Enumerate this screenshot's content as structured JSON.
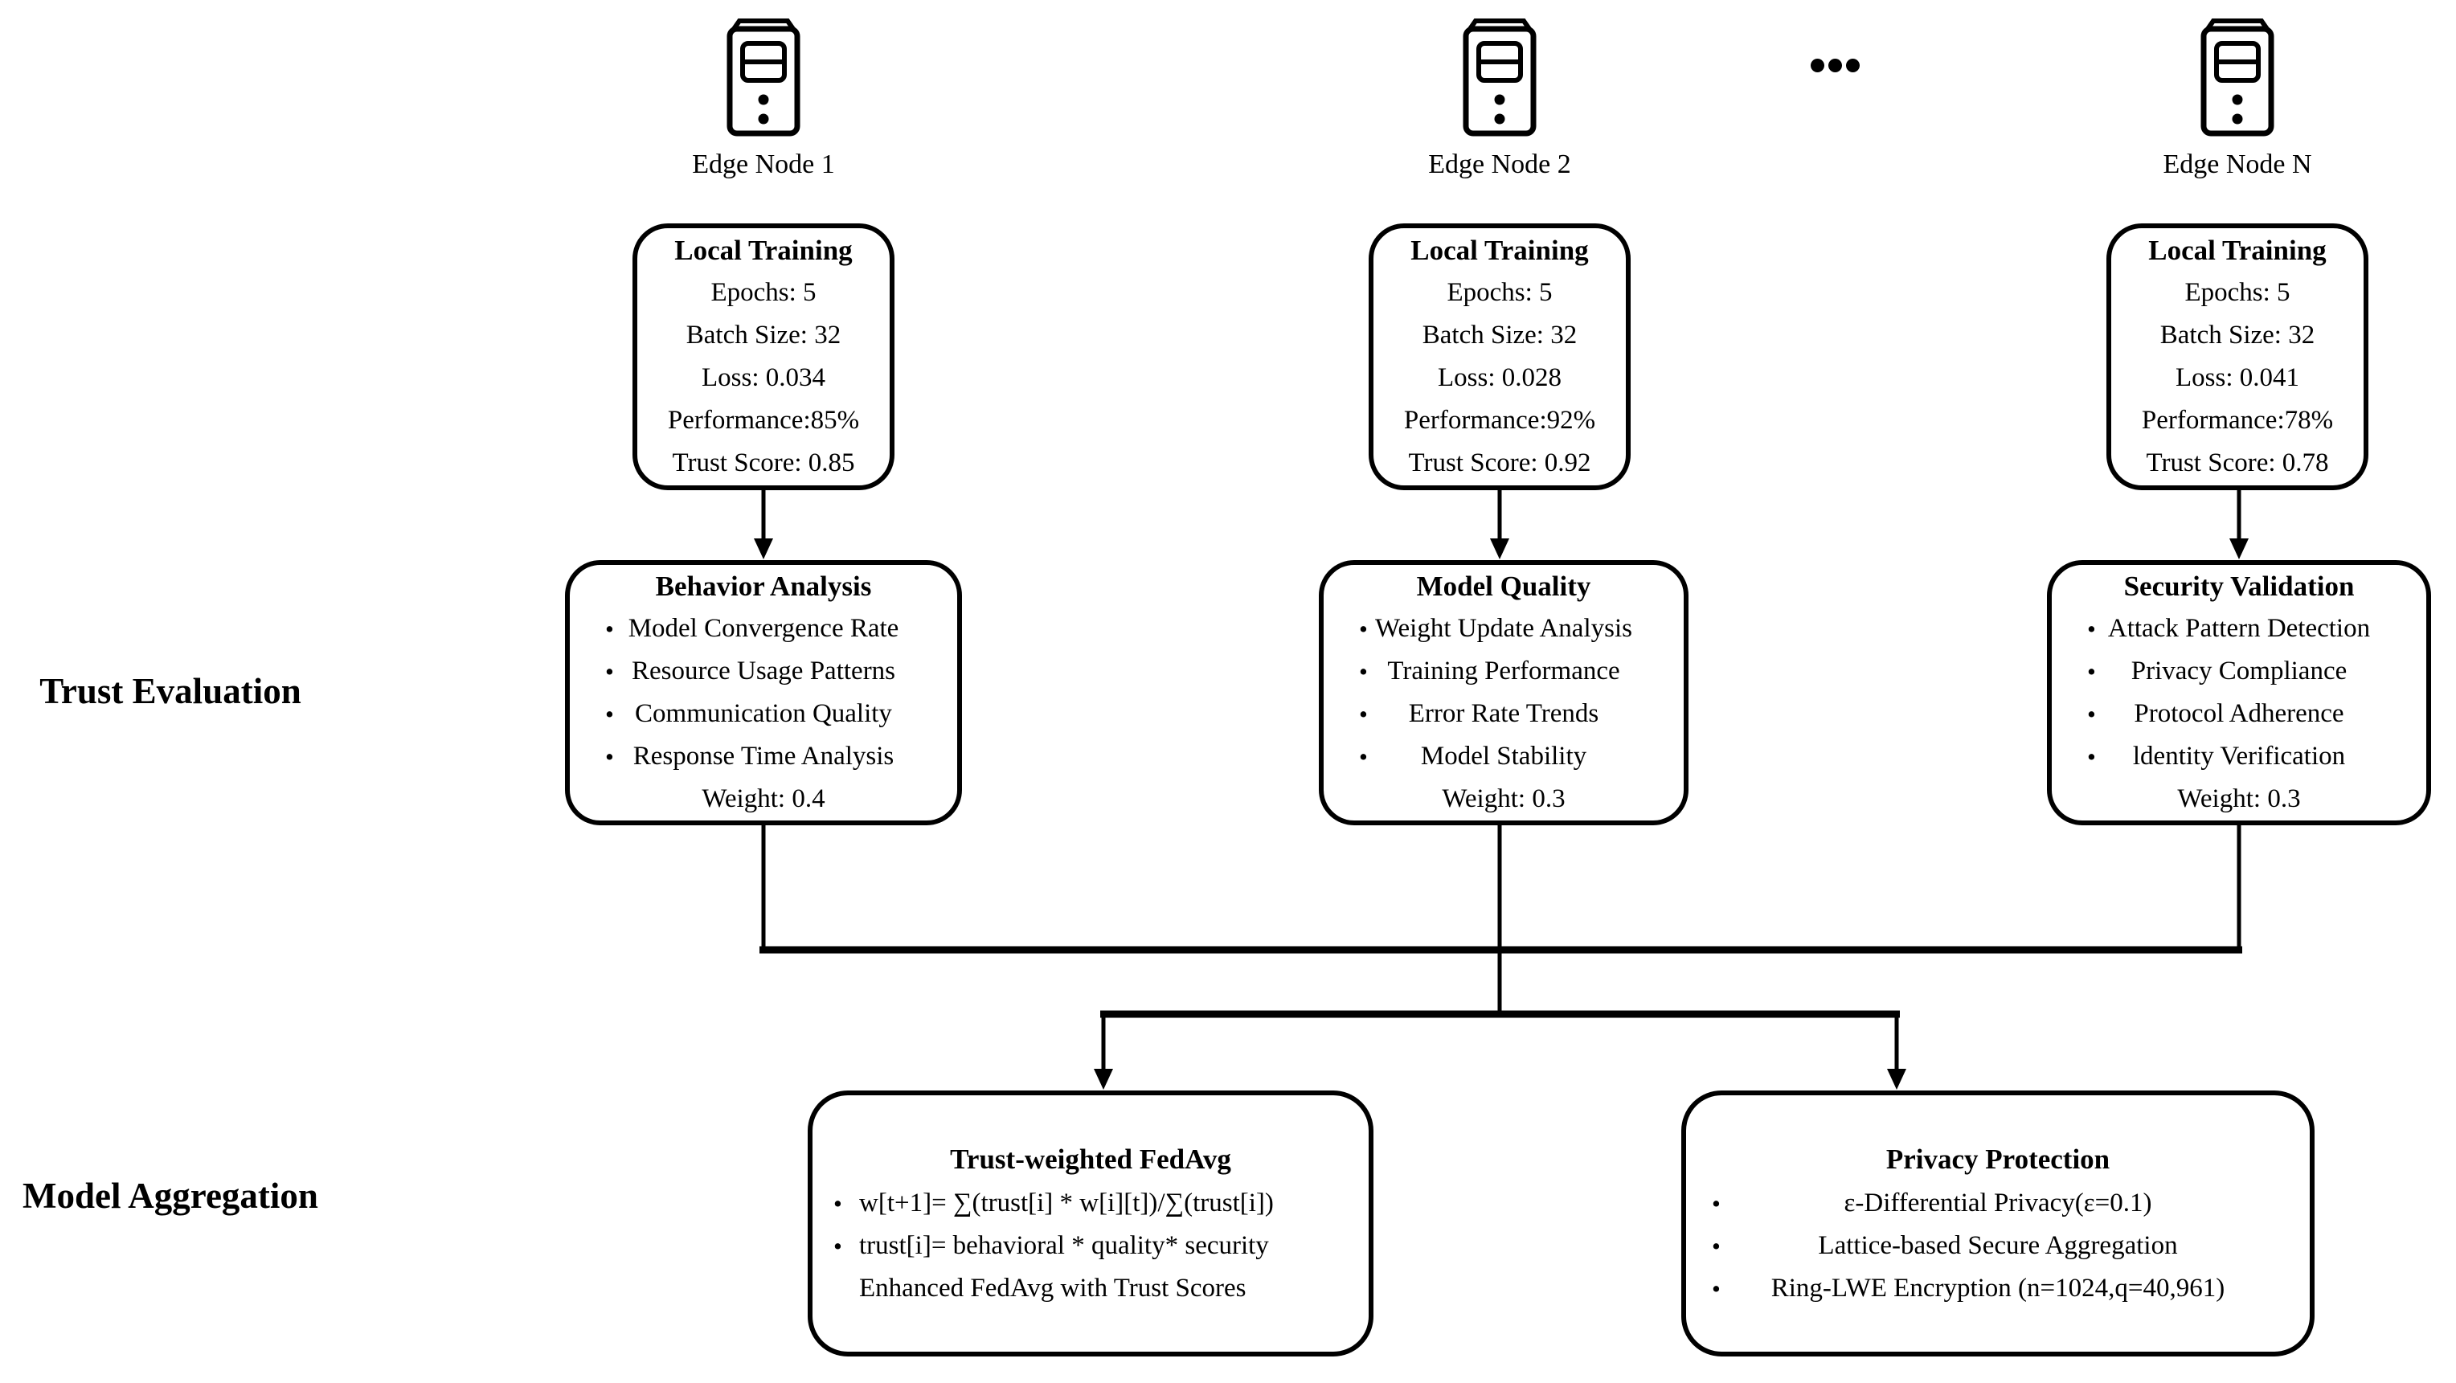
{
  "colors": {
    "ink": "#000000",
    "background": "#ffffff"
  },
  "stage_labels": {
    "trust": "Trust Evaluation",
    "aggregation": "Model Aggregation"
  },
  "ellipsis_icon": "server-row-ellipsis",
  "nodes": [
    {
      "label": "Edge Node 1",
      "training": {
        "title": "Local Training",
        "lines": [
          "Epochs: 5",
          "Batch Size: 32",
          "Loss: 0.034",
          "Performance:85%",
          "Trust Score: 0.85"
        ]
      },
      "evaluation": {
        "title": "Behavior Analysis",
        "items": [
          "Model Convergence Rate",
          "Resource Usage Patterns",
          "Communication Quality",
          "Response Time Analysis"
        ],
        "weight": "Weight: 0.4"
      }
    },
    {
      "label": "Edge Node 2",
      "training": {
        "title": "Local Training",
        "lines": [
          "Epochs: 5",
          "Batch Size: 32",
          "Loss: 0.028",
          "Performance:92%",
          "Trust Score: 0.92"
        ]
      },
      "evaluation": {
        "title": "Model Quality",
        "items": [
          "Weight Update Analysis",
          "Training Performance",
          "Error Rate Trends",
          "Model Stability"
        ],
        "weight": "Weight: 0.3"
      }
    },
    {
      "label": "Edge Node N",
      "training": {
        "title": "Local Training",
        "lines": [
          "Epochs: 5",
          "Batch Size: 32",
          "Loss: 0.041",
          "Performance:78%",
          "Trust Score: 0.78"
        ]
      },
      "evaluation": {
        "title": "Security Validation",
        "items": [
          "Attack Pattern Detection",
          "Privacy Compliance",
          "Protocol Adherence",
          "ldentity Verification"
        ],
        "weight": "Weight: 0.3"
      }
    }
  ],
  "aggregation": {
    "fedavg": {
      "title": "Trust-weighted FedAvg",
      "bullets": [
        "w[t+1]= ∑(trust[i] * w[i][t])/∑(trust[i])",
        "trust[i]= behavioral * quality* security"
      ],
      "footer": "Enhanced FedAvg with Trust Scores"
    },
    "privacy": {
      "title": "Privacy Protection",
      "bullets": [
        "ε-Differential Privacy(ε=0.1)",
        "Lattice-based Secure Aggregation",
        "Ring-LWE Encryption (n=1024,q=40,961)"
      ]
    }
  }
}
